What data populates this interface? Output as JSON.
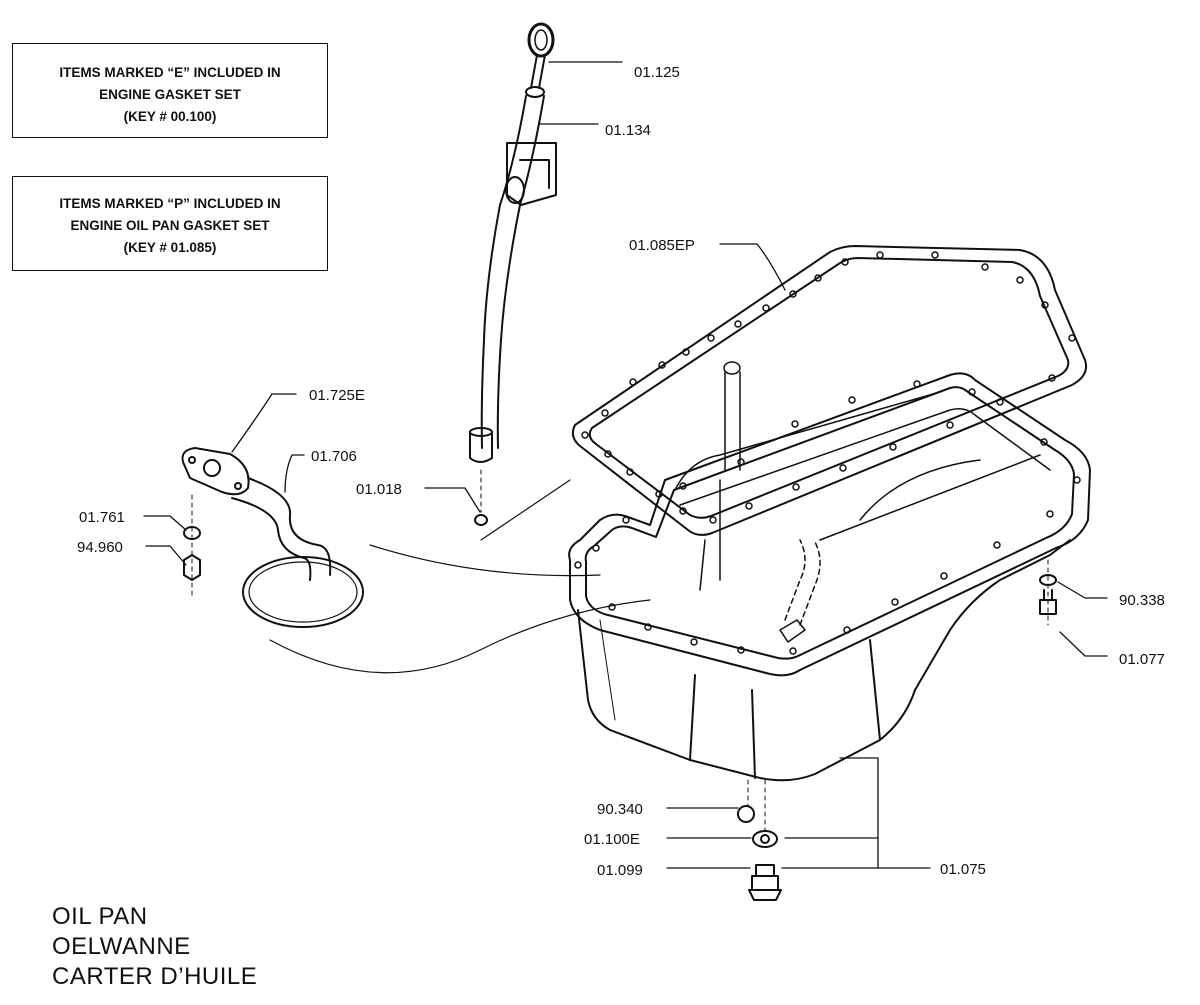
{
  "notes": [
    {
      "lines": [
        "ITEMS MARKED “E” INCLUDED IN",
        "ENGINE GASKET SET",
        "(KEY # 00.100)"
      ]
    },
    {
      "lines": [
        "ITEMS MARKED “P” INCLUDED IN",
        "ENGINE OIL PAN GASKET SET",
        "(KEY # 01.085)"
      ]
    }
  ],
  "parts": {
    "dipstick": "01.125",
    "dipstick_tube": "01.134",
    "pan_gasket": "01.085EP",
    "pickup_gasket": "01.725E",
    "oil_pickup": "01.706",
    "tube_seal": "01.018",
    "lock_washer": "01.761",
    "nut": "94.960",
    "bolt_washer": "90.338",
    "bolt": "01.077",
    "drain_magnet": "90.340",
    "drain_seal": "01.100E",
    "drain_plug": "01.099",
    "oil_pan": "01.075"
  },
  "title": {
    "line1": "OIL PAN",
    "line2": "OELWANNE",
    "line3": "CARTER D’HUILE"
  }
}
